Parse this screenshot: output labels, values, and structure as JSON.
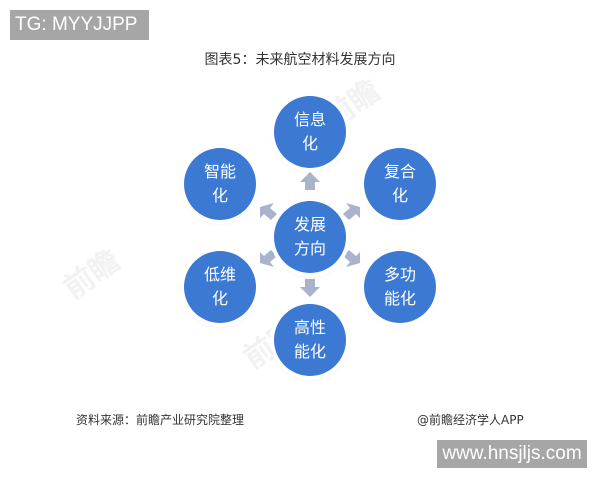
{
  "watermark_top": "TG: MYYJJPP",
  "title": "图表5：未来航空材料发展方向",
  "center_node": "发展\n方向",
  "nodes": {
    "top": "信息\n化",
    "upper_right": "复合\n化",
    "lower_right": "多功\n能化",
    "bottom": "高性\n能化",
    "lower_left": "低维\n化",
    "upper_left": "智能\n化"
  },
  "colors": {
    "node_blue": "#3b79d3",
    "arrow_gray": "#a9b4cc"
  },
  "footer": {
    "source": "资料来源：前瞻产业研究院整理",
    "credit": "@前瞻经济学人APP"
  },
  "watermark_bottom": "www.hnsjljs.com"
}
